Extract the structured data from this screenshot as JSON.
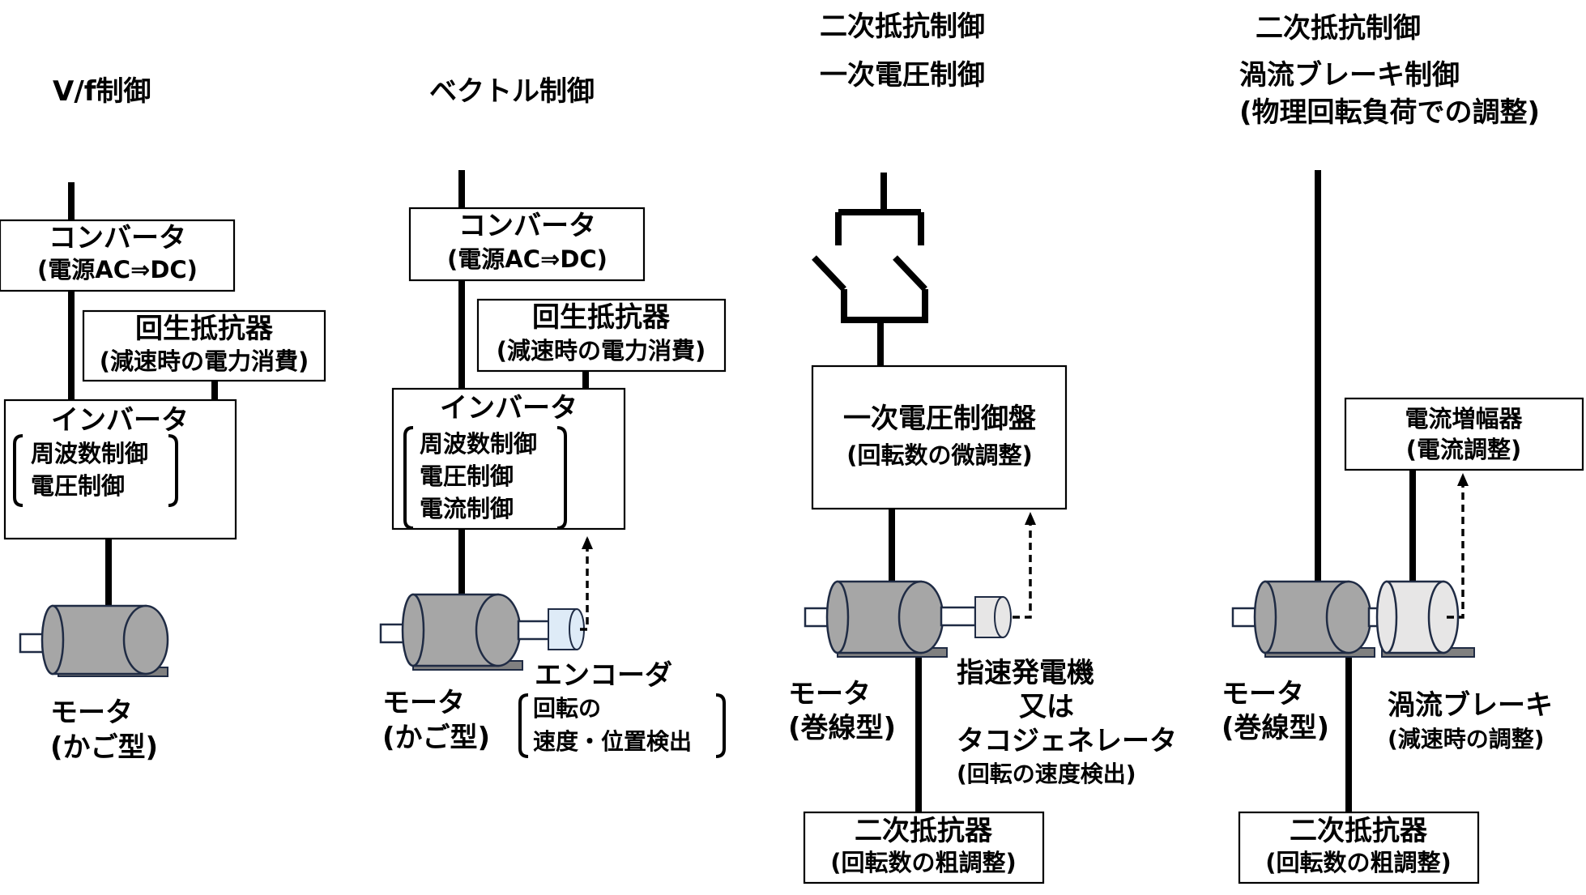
{
  "col1": {
    "title": "V/f制御",
    "converter": {
      "name": "コンバータ",
      "detail": "(電源AC⇒DC)"
    },
    "regen": {
      "name": "回生抵抗器",
      "detail": "(減速時の電力消費)"
    },
    "inverter": {
      "name": "インバータ",
      "items": [
        "周波数制御",
        "電圧制御"
      ]
    },
    "motor": {
      "name": "モータ",
      "type": "(かご型)"
    }
  },
  "col2": {
    "title": "ベクトル制御",
    "converter": {
      "name": "コンバータ",
      "detail": "(電源AC⇒DC)"
    },
    "regen": {
      "name": "回生抵抗器",
      "detail": "(減速時の電力消費)"
    },
    "inverter": {
      "name": "インバータ",
      "items": [
        "周波数制御",
        "電圧制御",
        "電流制御"
      ]
    },
    "motor": {
      "name": "モータ",
      "type": "(かご型)"
    },
    "encoder": {
      "name": "エンコーダ",
      "items": [
        "回転の",
        "速度・位置検出"
      ]
    }
  },
  "col3": {
    "title1": "二次抵抗制御",
    "title2": "一次電圧制御",
    "panel": {
      "name": "一次電圧制御盤",
      "detail": "(回転数の微調整)"
    },
    "motor": {
      "name": "モータ",
      "type": "(巻線型)"
    },
    "tacho": {
      "line1": "指速発電機",
      "line2": "又は",
      "line3": "タコジェネレータ",
      "detail": "(回転の速度検出)"
    },
    "resistor": {
      "name": "二次抵抗器",
      "detail": "(回転数の粗調整)"
    }
  },
  "col4": {
    "title1": "二次抵抗制御",
    "title2": "渦流ブレーキ制御",
    "title3": "(物理回転負荷での調整)",
    "amp": {
      "name": "電流増幅器",
      "detail": "(電流調整)"
    },
    "motor": {
      "name": "モータ",
      "type": "(巻線型)"
    },
    "brake": {
      "name": "渦流ブレーキ",
      "detail": "(減速時の調整)"
    },
    "resistor": {
      "name": "二次抵抗器",
      "detail": "(回転数の粗調整)"
    }
  }
}
